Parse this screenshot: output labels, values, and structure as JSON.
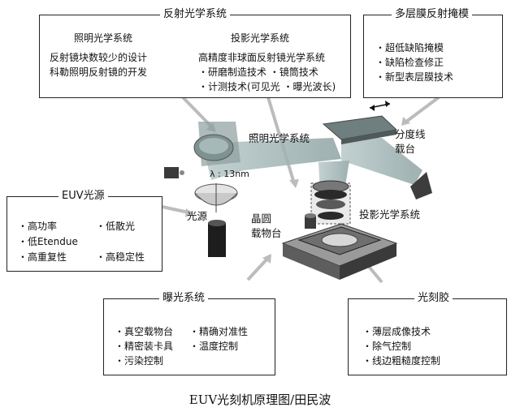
{
  "reflective_optics": {
    "title": "反射光学系统",
    "illumination": {
      "heading": "照明光学系统",
      "items": [
        "反射镜块数较少的设计",
        "科勒照明反射镜的开发"
      ]
    },
    "projection": {
      "heading": "投影光学系统",
      "items": [
        "高精度非球面反射镜光学系统",
        "・研磨制造技术 ・镜筒技术",
        "・计测技术(可见光 ・曝光波长)"
      ]
    }
  },
  "mask": {
    "title": "多层膜反射掩模",
    "items": [
      "・超低缺陷掩模",
      "・缺陷检查修正",
      "・新型表层膜技术"
    ]
  },
  "source": {
    "title": "EUV光源",
    "items": [
      "・高功率",
      "・低散光",
      "・低Etendue",
      "・高重复性",
      "・高稳定性"
    ]
  },
  "exposure": {
    "title": "曝光系统",
    "items": [
      "・真空载物台",
      "・精确对准性",
      "・精密装卡具",
      "・温度控制",
      "・污染控制"
    ]
  },
  "resist": {
    "title": "光刻胶",
    "items": [
      "・薄层成像技术",
      "・除气控制",
      "・线边粗糙度控制"
    ]
  },
  "labels": {
    "illumination_optics": "照明光学系统",
    "reticle_stage_1": "分度线",
    "reticle_stage_2": "载台",
    "wavelength": "λ : 13nm",
    "light_source": "光源",
    "wafer_stage_1": "晶圆",
    "wafer_stage_2": "载物台",
    "projection_optics": "投影光学系统"
  },
  "caption": "EUV光刻机原理图/田民波",
  "colors": {
    "beam": "#9fb3b3",
    "mirror": "#7f9090",
    "frame": "#222222"
  }
}
